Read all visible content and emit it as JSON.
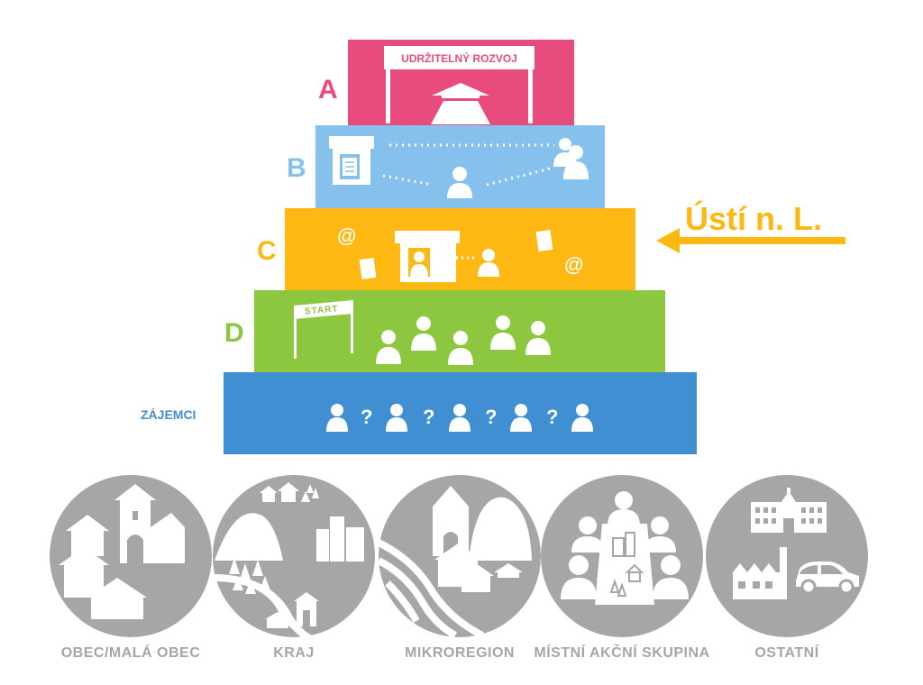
{
  "colors": {
    "tier_a": "#e84c7d",
    "tier_b": "#85c1ec",
    "tier_c": "#fdb813",
    "tier_d": "#8dc63f",
    "zajemci": "#3f8fd2",
    "category_circle": "#a6a6a6",
    "category_label": "#a6a6a6",
    "pointer": "#fdb813"
  },
  "tiers": [
    {
      "letter": "A",
      "color": "#e84c7d",
      "sign_text": "UDRŽITELNÝ ROZVOJ"
    },
    {
      "letter": "B",
      "color": "#85c1ec"
    },
    {
      "letter": "C",
      "color": "#fdb813"
    },
    {
      "letter": "D",
      "color": "#8dc63f",
      "sign_text": "START"
    }
  ],
  "zajemci": {
    "label": "ZÁJEMCI",
    "question_mark": "?"
  },
  "pointer": {
    "text": "Ústí n. L.",
    "direction": "left",
    "target_tier": "C"
  },
  "tier_c": {
    "at_symbol": "@"
  },
  "categories": [
    {
      "label": "OBEC/MALÁ OBEC",
      "icon": "village-icon"
    },
    {
      "label": "KRAJ",
      "icon": "region-landscape-icon"
    },
    {
      "label": "MIKROREGION",
      "icon": "microregion-icon"
    },
    {
      "label": "MÍSTNÍ AKČNÍ SKUPINA",
      "icon": "meeting-group-icon"
    },
    {
      "label": "OSTATNÍ",
      "icon": "institutions-icon"
    }
  ]
}
